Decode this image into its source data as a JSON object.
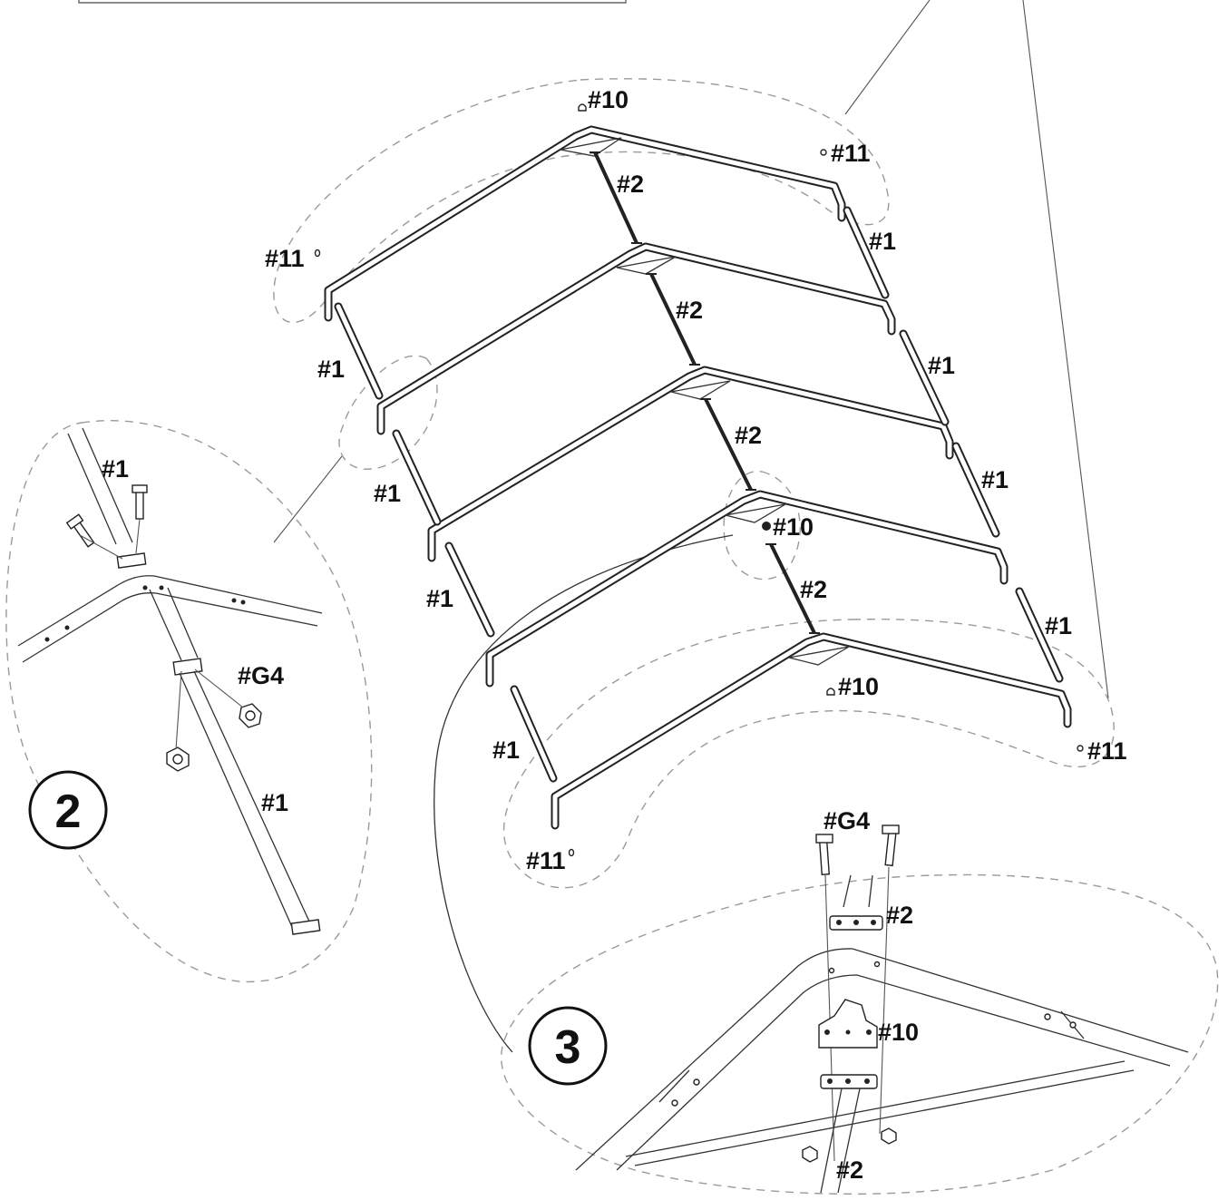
{
  "diagram": {
    "top_box": {},
    "labels": {
      "p10_top": "#10",
      "p11_right_top": "#11",
      "p2_a": "#2",
      "p1_right_a": "#1",
      "p11_left_top": "#11",
      "p2_b": "#2",
      "p1_left_a": "#1",
      "p1_right_b": "#1",
      "p2_c": "#2",
      "p1_left_b": "#1",
      "p1_right_c": "#1",
      "p10_mid": "#10",
      "p1_left_c": "#1",
      "p2_d": "#2",
      "p1_right_d": "#1",
      "p10_low": "#10",
      "p1_left_d": "#1",
      "p11_right_low": "#11",
      "p11_left_low": "#11"
    },
    "detail2": {
      "step": "2",
      "labels": {
        "p1_top": "#1",
        "g4": "#G4",
        "p1_bottom": "#1"
      }
    },
    "detail3": {
      "step": "3",
      "labels": {
        "g4": "#G4",
        "p2_top": "#2",
        "p10": "#10",
        "p2_bottom": "#2"
      }
    }
  }
}
